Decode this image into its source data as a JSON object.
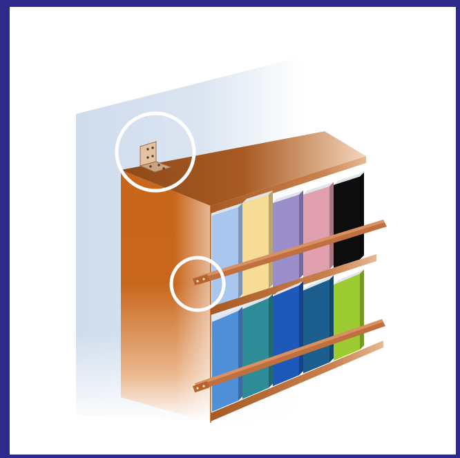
{
  "illustration": {
    "subject": "bookshelf-anchored-to-wall",
    "callouts": [
      "corner-bracket",
      "rod-end-mount"
    ],
    "rows": [
      {
        "books": [
          {
            "color": "#a9c7ee"
          },
          {
            "color": "#f7dc96"
          },
          {
            "color": "#9b8fcb"
          },
          {
            "color": "#e0a0ae"
          },
          {
            "color": "#0d0d0d"
          }
        ]
      },
      {
        "books": [
          {
            "color": "#4f8fd8"
          },
          {
            "color": "#2e8c96"
          },
          {
            "color": "#1e58b8"
          },
          {
            "color": "#1c5e8e"
          },
          {
            "color": "#9ccb32"
          }
        ]
      }
    ]
  },
  "colors": {
    "background_border": "#2e2a8c",
    "wall": "#cfdced",
    "wood": "#c8661c",
    "wood_dark": "#9c4f17",
    "rod": "#c06f3e",
    "callout_ring": "#ffffff"
  }
}
